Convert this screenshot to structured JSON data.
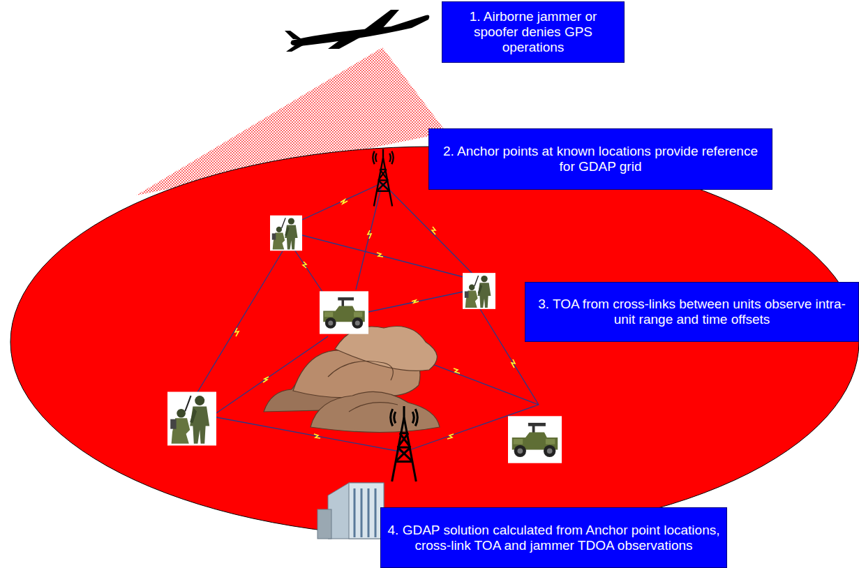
{
  "diagram": {
    "nodes": [
      {
        "text": [
          "1. Airborne jammer or spoofer denies GPS operations"
        ]
      },
      {
        "text": [
          "2. Anchor points at known locations provide reference for GDAP grid"
        ]
      },
      {
        "text": [
          "3. TOA from cross-links between units observe intra-unit range and time offsets"
        ]
      },
      {
        "text": [
          "4. GDAP solution calculated from Anchor point locations, cross-link TOA and jammer TDOA observations"
        ]
      }
    ]
  }
}
